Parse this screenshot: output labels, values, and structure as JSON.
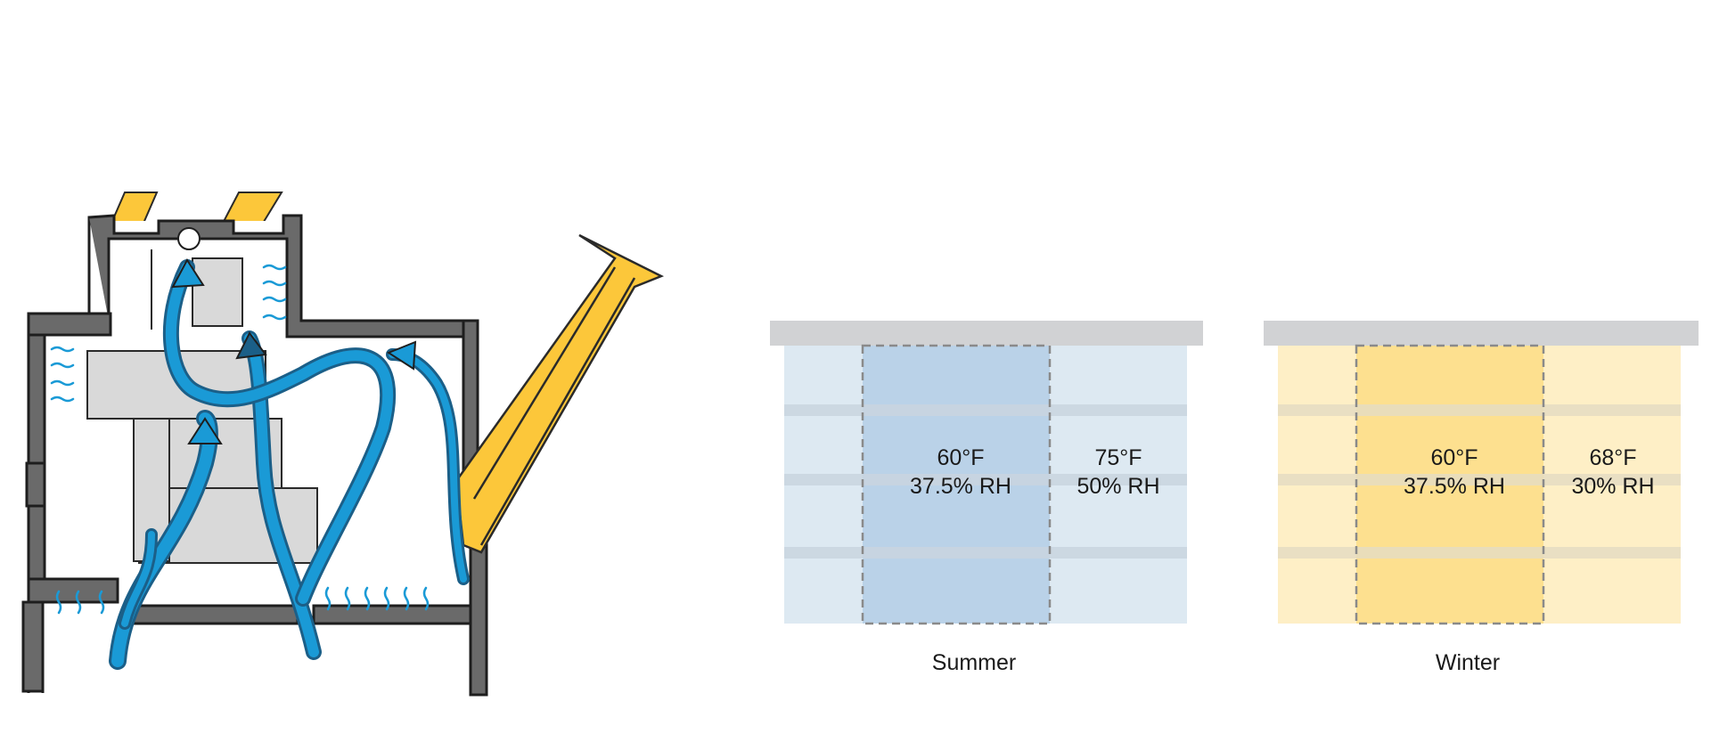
{
  "summer": {
    "caption": "Summer",
    "center": {
      "temp": "60°F",
      "rh": "37.5% RH"
    },
    "side": {
      "temp": "75°F",
      "rh": "50% RH"
    },
    "colors": {
      "light": "#dde9f2",
      "dark": "#bad2e8",
      "stripe": "#c9d5df"
    }
  },
  "winter": {
    "caption": "Winter",
    "center": {
      "temp": "60°F",
      "rh": "37.5% RH"
    },
    "side": {
      "temp": "68°F",
      "rh": "30% RH"
    },
    "colors": {
      "light": "#feefc6",
      "dark": "#fde08f",
      "stripe": "#e5dcc2"
    }
  },
  "colors": {
    "roof": "#d1d2d4",
    "dashed_border": "#8a8a8a",
    "airflow": "#1a9ad6",
    "airflow_dark": "#1b5f88",
    "sun": "#fcc73a",
    "wall": "#6a6a6a",
    "mass": "#d9d9d9"
  },
  "icons": [
    "airflow-arrow-icon",
    "sunlight-beam-icon",
    "humidity-wave-icon",
    "building-section-icon"
  ]
}
